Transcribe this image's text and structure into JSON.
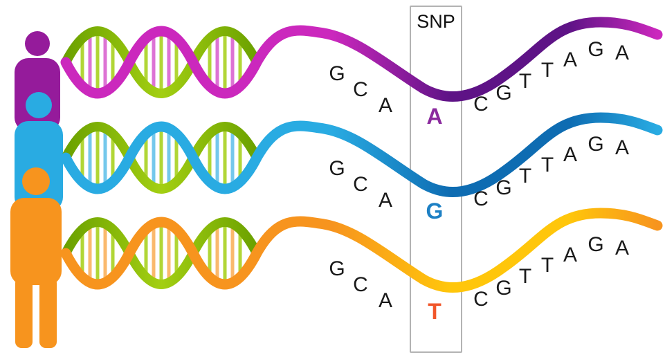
{
  "snp_box": {
    "label": "SNP",
    "border_color": "#b3b3b3"
  },
  "letter_color": "#1a1a1a",
  "helix_green": "#a3cf12",
  "helix_green_dark": "#6ba100",
  "rows": [
    {
      "person_icon": "person-silhouette",
      "person_color": "#951b9b",
      "ribbon_color": "#cb28bd",
      "ribbon_color2": "#5e1386",
      "snp_letter": "A",
      "snp_color": "#8b2a9e",
      "seq_before": [
        "G",
        "C",
        "A"
      ],
      "seq_after": [
        "C",
        "G",
        "T",
        "T",
        "A",
        "G",
        "A"
      ]
    },
    {
      "person_icon": "person-silhouette",
      "person_color": "#29abe2",
      "ribbon_color": "#29abe2",
      "ribbon_color2": "#0e6cb2",
      "snp_letter": "G",
      "snp_color": "#1d80c4",
      "seq_before": [
        "G",
        "C",
        "A"
      ],
      "seq_after": [
        "C",
        "G",
        "T",
        "T",
        "A",
        "G",
        "A"
      ]
    },
    {
      "person_icon": "person-silhouette",
      "person_color": "#f7941e",
      "ribbon_color": "#f7941e",
      "ribbon_color2": "#ffc60b",
      "snp_letter": "T",
      "snp_color": "#f1562a",
      "seq_before": [
        "G",
        "C",
        "A"
      ],
      "seq_after": [
        "C",
        "G",
        "T",
        "T",
        "A",
        "G",
        "A"
      ]
    }
  ]
}
